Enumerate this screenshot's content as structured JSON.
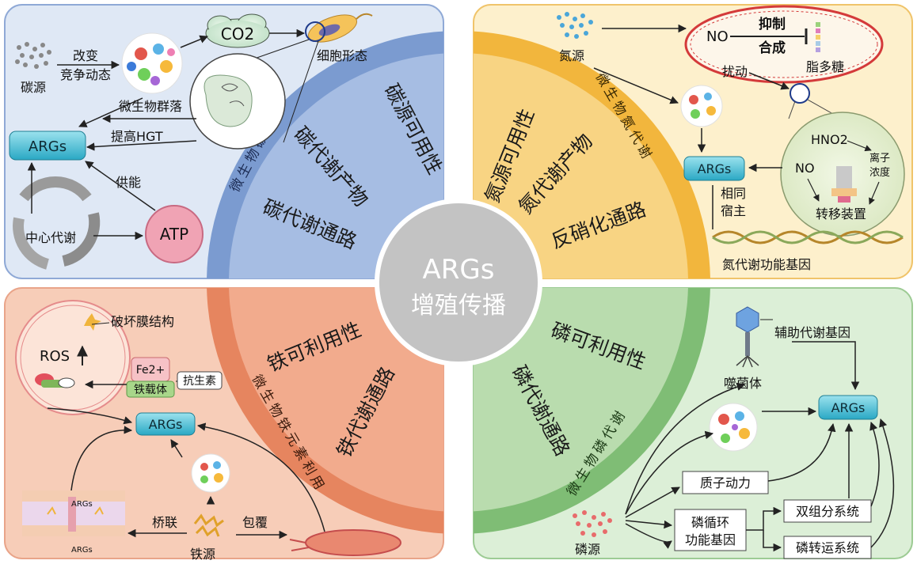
{
  "center": {
    "title": "ARGs",
    "subtitle": "增殖传播"
  },
  "carbon": {
    "arc_label": "微生物碳代谢",
    "line1": "碳源可用性",
    "line2": "碳代谢产物",
    "line3": "碳代谢通路",
    "carbon_source": "碳源",
    "change": "改变",
    "competition": "竞争动态",
    "co2": "CO2",
    "cell_morphology": "细胞形态",
    "community": "微生物群落",
    "hgt": "提高HGT",
    "args": "ARGs",
    "energy": "供能",
    "central": "中心代谢",
    "atp": "ATP"
  },
  "nitrogen": {
    "arc_label": "微生物氮代谢",
    "line1": "氮源可用性",
    "line2": "氮代谢产物",
    "line3": "反硝化通路",
    "nitrogen_source": "氮源",
    "no_top": "NO",
    "inhibit": "抑制",
    "synthesis": "合成",
    "lps": "脂多糖",
    "disturb": "扰动",
    "hno2": "HNO2",
    "ion": "离子",
    "conc": "浓度",
    "no": "NO",
    "transfer": "转移装置",
    "args": "ARGs",
    "same": "相同",
    "host": "宿主",
    "functional": "氮代谢功能基因"
  },
  "iron": {
    "arc_label": "微生物铁元素利用",
    "line1": "铁可利用性",
    "line2": "铁代谢通路",
    "membrane": "破坏膜结构",
    "ros": "ROS",
    "fe": "Fe2+",
    "siderophore": "铁载体",
    "antibiotic": "抗生素",
    "args": "ARGs",
    "args_small_top": "ARGs",
    "args_small_bottom": "ARGs",
    "bridge": "桥联",
    "coat": "包覆",
    "iron_source": "铁源"
  },
  "phosphorus": {
    "arc_label": "微生物磷代谢",
    "line1": "磷可利用性",
    "line2": "磷代谢通路",
    "aux_genes": "辅助代谢基因",
    "phage": "噬菌体",
    "args": "ARGs",
    "pmf": "质子动力",
    "p_cycle1": "磷循环",
    "p_cycle2": "功能基因",
    "two_comp": "双组分系统",
    "p_transport": "磷转运系统",
    "p_source": "磷源"
  },
  "colors": {
    "carbon_bg": "#dce6f4",
    "carbon_arc": "#7f9fd2",
    "nitrogen_bg": "#fcecc4",
    "nitrogen_arc": "#f3b842",
    "iron_bg": "#f6c9b3",
    "iron_arc": "#e98a68",
    "phos_bg": "#d9ecd4",
    "phos_arc": "#86c27d",
    "center": "#c0c0c0",
    "args_box": "#45b9cf"
  }
}
